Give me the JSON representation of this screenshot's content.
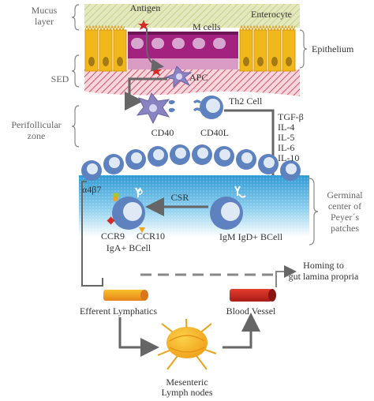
{
  "labels": {
    "mucus_layer_1": "Mucus",
    "mucus_layer_2": "layer",
    "antigen": "Antigen",
    "m_cells": "M cells",
    "enterocyte": "Enterocyte",
    "epithelium": "Epithelium",
    "sed": "SED",
    "apc": "APC",
    "perifollicular_1": "Perifollicular",
    "perifollicular_2": "zone",
    "th2_cell": "Th2 Cell",
    "cd40": "CD40",
    "cd40l": "CD40L",
    "cytokines": [
      "TGF-β",
      "IL-4",
      "IL-5",
      "IL-6",
      "IL-10"
    ],
    "a4b7": "α4β7",
    "csr": "CSR",
    "ccr9": "CCR9",
    "ccr10": "CCR10",
    "iga_bcell": "IgA+ BCell",
    "igm_bcell": "IgM IgD+ BCell",
    "germinal_1": "Germinal",
    "germinal_2": "center of",
    "germinal_3": "Peyer´s",
    "germinal_4": "patches",
    "homing_1": "Homing to",
    "homing_2": "gut lamina propria",
    "efferent": "Efferent Lymphatics",
    "blood_vessel": "Blood Vessel",
    "mesenteric_1": "Mesenteric",
    "mesenteric_2": "Lymph nodes"
  },
  "colors": {
    "mucus": "#dde2b0",
    "enterocyte": "#f1b81c",
    "m_cell": "#a3217f",
    "sed_hatch": "#d9536d",
    "cell_blue": "#5d82bf",
    "germinal_top": "#3ba3d8",
    "apc": "#8a83c2",
    "arrow": "#666666",
    "red": "#d42a2a",
    "orange": "#f3a21b"
  }
}
